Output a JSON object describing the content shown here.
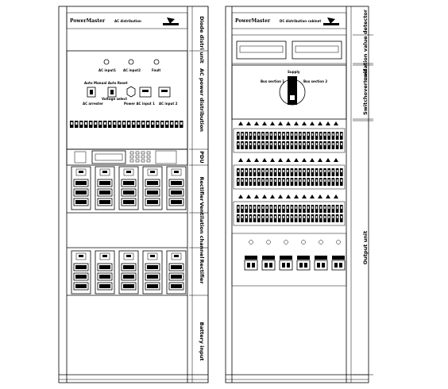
{
  "left_cabinet": {
    "title": "PowerMaster",
    "subtitle": "AC distribution",
    "panel": {
      "top_labels": [
        "AC input1",
        "AC input2",
        "Fault"
      ],
      "mid_label": "Auto Manual Auto Reset",
      "bottom_labels": [
        "AC arrester",
        "Voltage select",
        "Power AC input 1",
        "AC input 2"
      ]
    },
    "side_labels": {
      "diode": "Diode distri unit",
      "ac_power": "AC power distribution",
      "pdu": "PDU",
      "rectifier1": "Rectifier",
      "ventilation": "Ventilation channel",
      "rectifier2": "Rectifier",
      "battery": "Battery input"
    }
  },
  "right_cabinet": {
    "title": "PowerMaster",
    "subtitle": "DC distribution cabinet",
    "switch_labels": [
      "Supply",
      "Bus section 1",
      "Bus section 2"
    ],
    "side_labels": {
      "insulation": "Insulation value detector",
      "switchover": "Switchover unit",
      "output": "Output unit"
    }
  }
}
